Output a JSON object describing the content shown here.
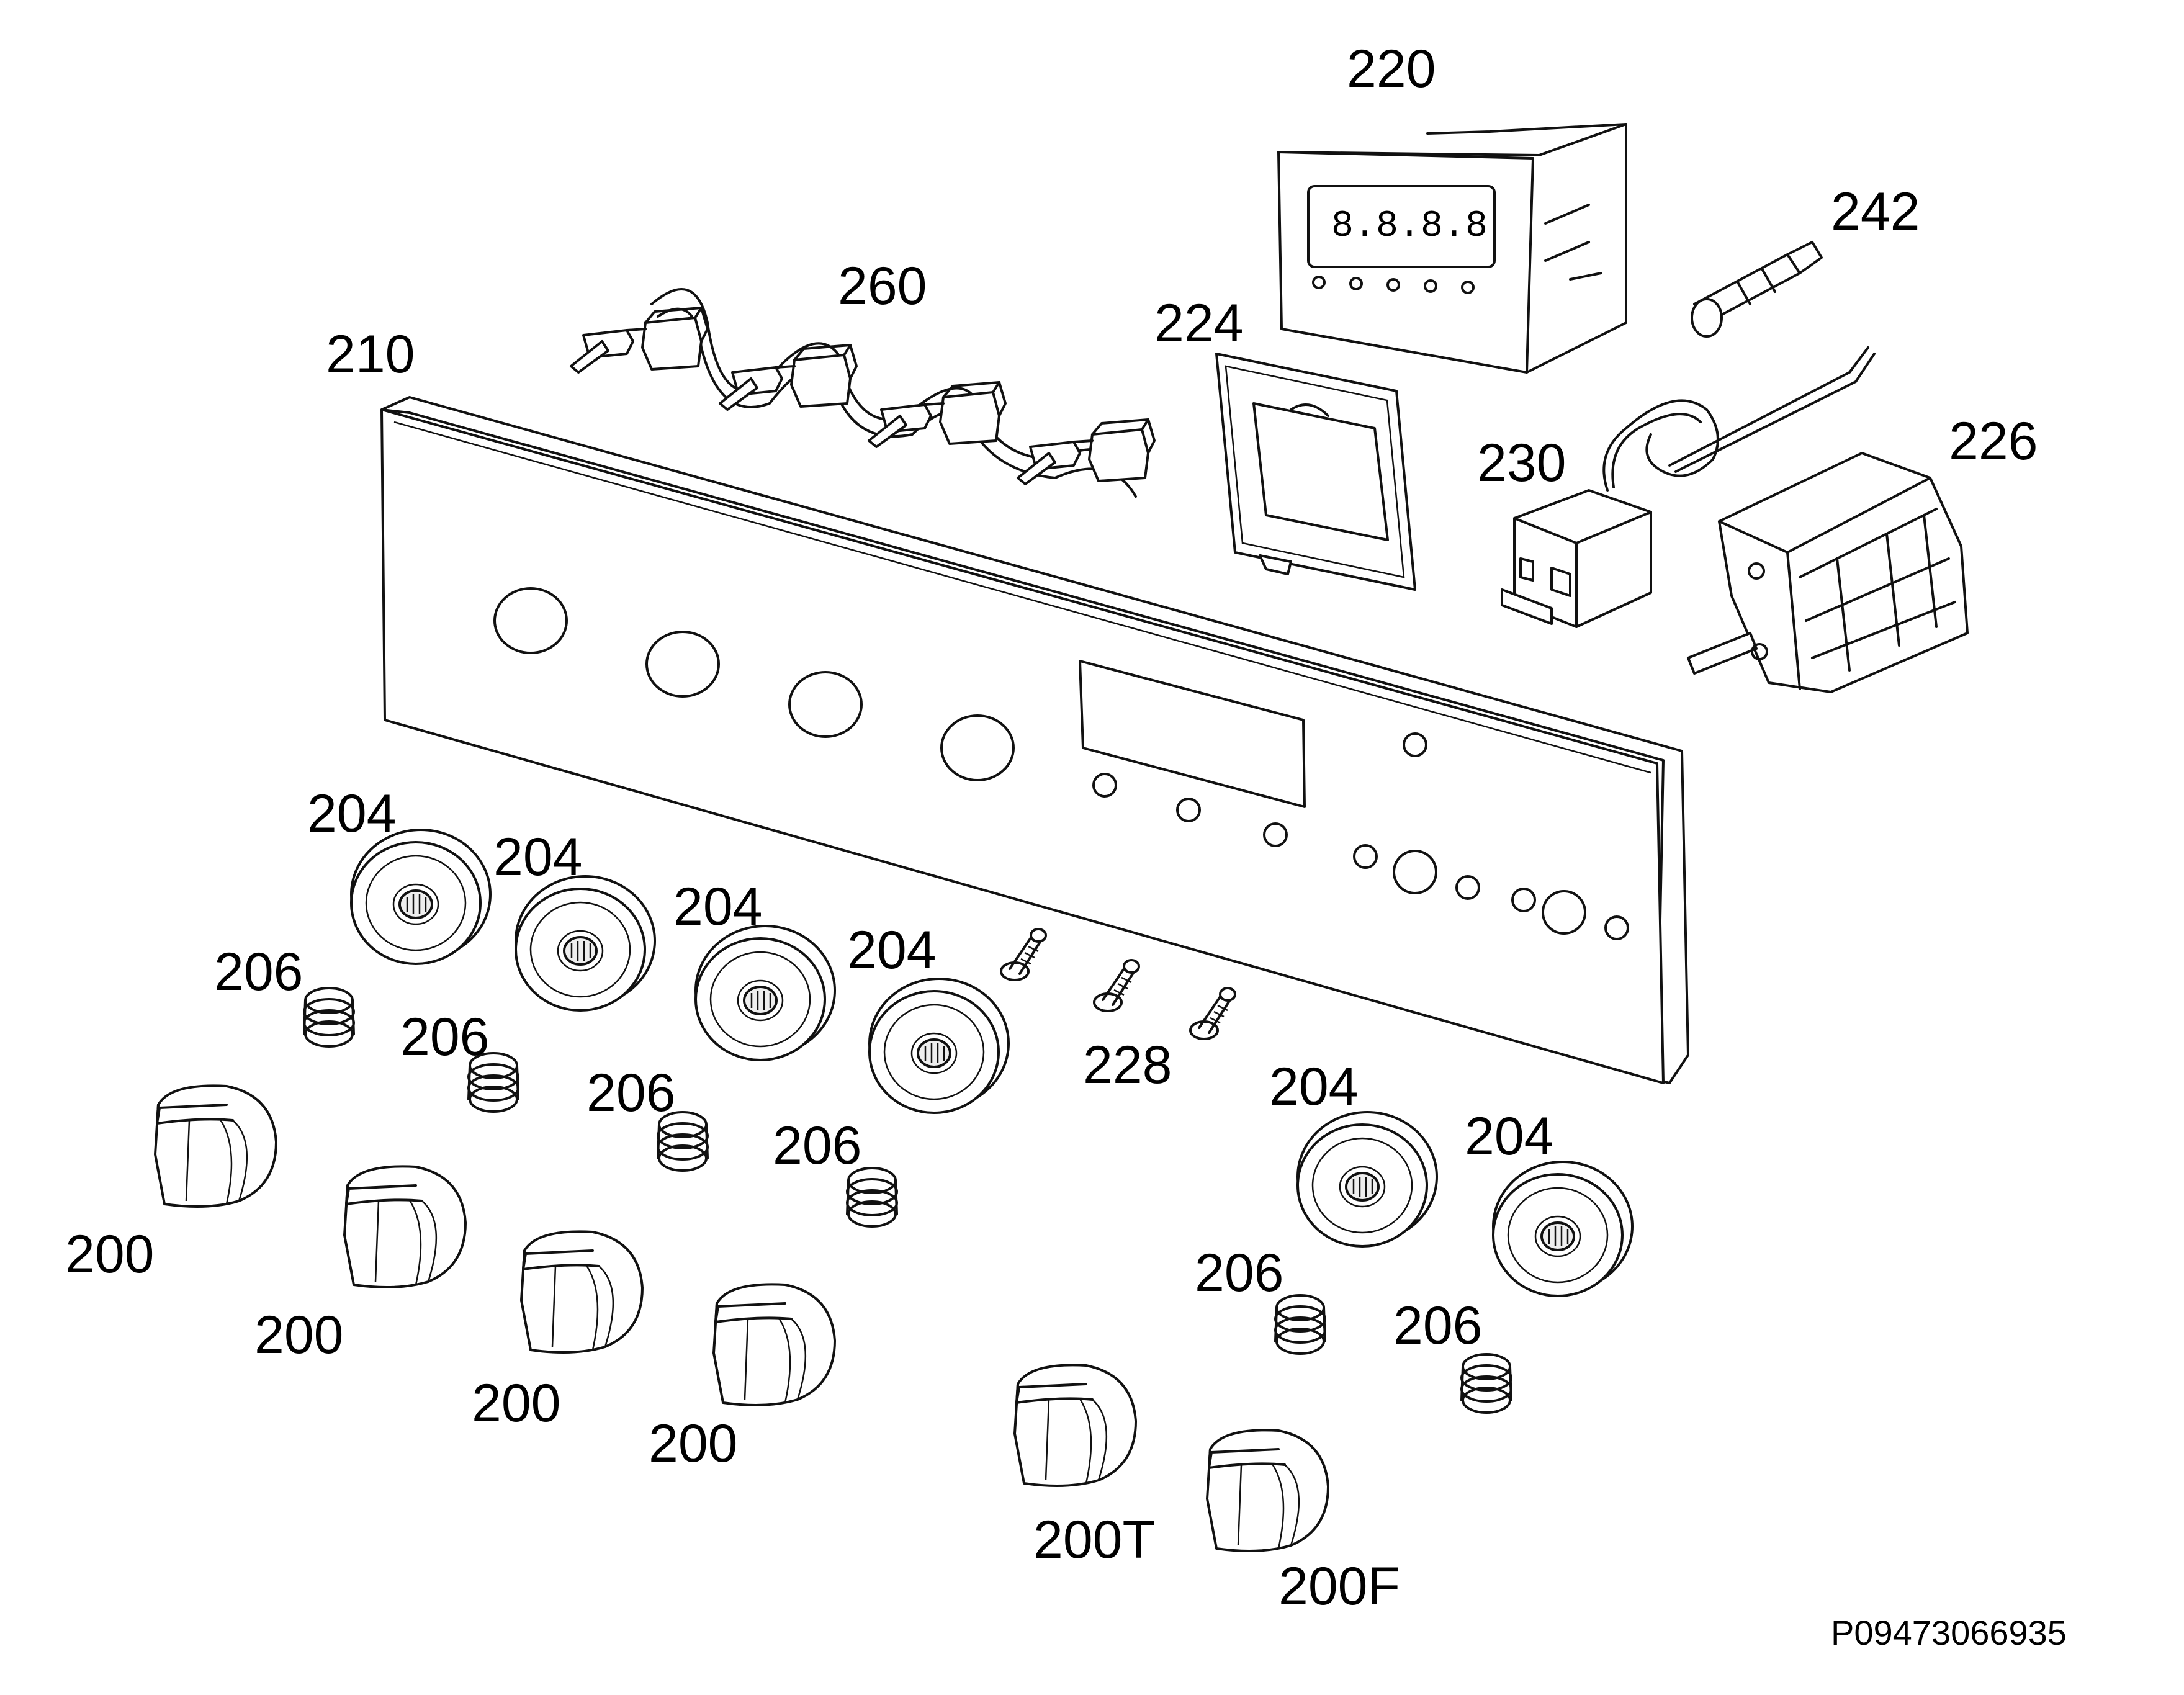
{
  "diagram": {
    "part_labels": [
      {
        "id": "220",
        "text": "220"
      },
      {
        "id": "242",
        "text": "242"
      },
      {
        "id": "260",
        "text": "260"
      },
      {
        "id": "224",
        "text": "224"
      },
      {
        "id": "210",
        "text": "210"
      },
      {
        "id": "230",
        "text": "230"
      },
      {
        "id": "226",
        "text": "226"
      },
      {
        "id": "204a",
        "text": "204"
      },
      {
        "id": "204b",
        "text": "204"
      },
      {
        "id": "204c",
        "text": "204"
      },
      {
        "id": "204d",
        "text": "204"
      },
      {
        "id": "204e",
        "text": "204"
      },
      {
        "id": "204f",
        "text": "204"
      },
      {
        "id": "206a",
        "text": "206"
      },
      {
        "id": "206b",
        "text": "206"
      },
      {
        "id": "206c",
        "text": "206"
      },
      {
        "id": "206d",
        "text": "206"
      },
      {
        "id": "206e",
        "text": "206"
      },
      {
        "id": "206f",
        "text": "206"
      },
      {
        "id": "228",
        "text": "228"
      },
      {
        "id": "200a",
        "text": "200"
      },
      {
        "id": "200b",
        "text": "200"
      },
      {
        "id": "200c",
        "text": "200"
      },
      {
        "id": "200d",
        "text": "200"
      },
      {
        "id": "200T",
        "text": "200T"
      },
      {
        "id": "200F",
        "text": "200F"
      }
    ],
    "drawing_code": "P09473066935",
    "timer_display": "8.8.8.8"
  }
}
